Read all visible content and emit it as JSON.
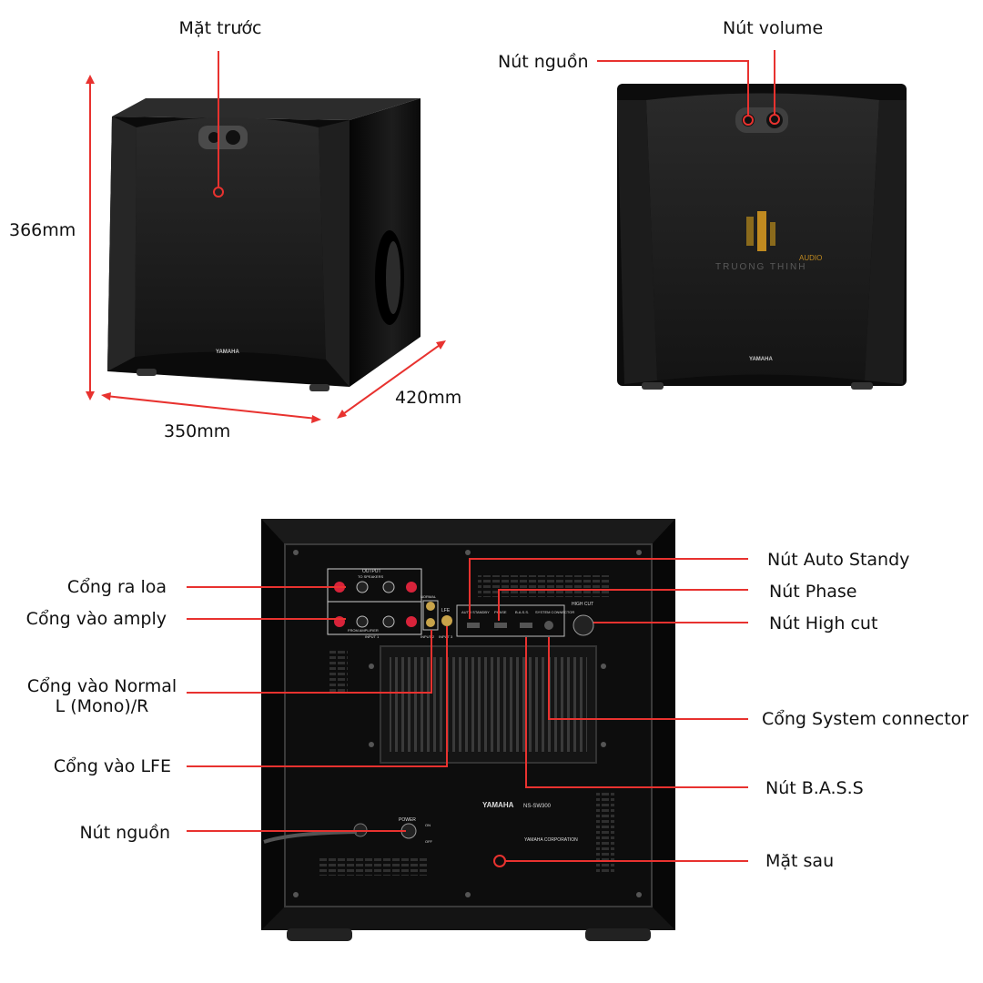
{
  "front_labels": {
    "mat_truoc": "Mặt trước",
    "nut_nguon": "Nút nguồn",
    "nut_volume": "Nút volume"
  },
  "dimensions": {
    "height": "366mm",
    "width": "350mm",
    "depth": "420mm"
  },
  "rear_labels": {
    "cong_ra_loa": "Cổng ra loa",
    "cong_vao_amply": "Cổng vào amply",
    "cong_vao_normal_line1": "Cổng vào Normal",
    "cong_vao_normal_line2": "L (Mono)/R",
    "cong_vao_lfe": "Cổng vào LFE",
    "nut_nguon": "Nút nguồn",
    "nut_auto_standy": "Nút Auto Standy",
    "nut_phase": "Nút Phase",
    "nut_high_cut": "Nút High cut",
    "cong_system_connector": "Cổng System connector",
    "nut_bass": "Nút B.A.S.S",
    "mat_sau": "Mặt sau"
  },
  "panel_text": {
    "brand": "YAMAHA",
    "model": "NS-SW300",
    "corporation": "YAMAHA CORPORATION",
    "output": "OUTPUT",
    "to_speakers": "TO SPEAKERS",
    "from_amplifier": "FROM AMPLIFIER",
    "input1": "INPUT 1",
    "input2": "INPUT 2",
    "input3": "INPUT 3",
    "lfe": "LFE",
    "normal": "NORMAL",
    "auto_standby": "AUTO STANDBY",
    "phase": "PHASE",
    "bass": "B.A.S.S.",
    "system_connector": "SYSTEM CONNECTOR",
    "high_cut": "HIGH CUT",
    "power": "POWER",
    "on": "ON",
    "off": "OFF"
  },
  "watermark": {
    "audio": "AUDIO",
    "name": "TRUONG THINH"
  },
  "colors": {
    "line": "#e8322f",
    "speaker_body": "#0c0c0c",
    "terminal_red": "#d8233a"
  }
}
